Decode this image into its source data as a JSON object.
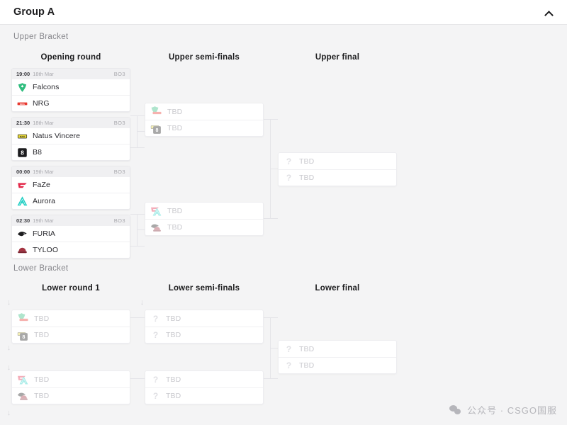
{
  "header": {
    "title": "Group A",
    "collapse_icon": "chevron-up-icon"
  },
  "brackets": {
    "upper_label": "Upper Bracket",
    "lower_label": "Lower Bracket"
  },
  "rounds": {
    "opening": "Opening round",
    "upper_semis": "Upper semi-finals",
    "upper_final": "Upper final",
    "lower_round_1": "Lower round 1",
    "lower_semis": "Lower semi-finals",
    "lower_final": "Lower final"
  },
  "labels": {
    "tbd": "TBD",
    "format": "BO3"
  },
  "colors": {
    "falcons": "#2fbd7e",
    "nrg": "#e8382f",
    "navi": "#e8d93a",
    "b8": "#1c1c1e",
    "faze": "#e3294a",
    "aurora": "#22cfc4",
    "furia": "#1c1c1e",
    "tyloo": "#a33341",
    "page_bg": "#f4f4f5",
    "card_bg": "#ffffff",
    "connector": "#e4e4e8",
    "tbd_text": "#c9c9ce"
  },
  "opening_round": [
    {
      "time": "19:00",
      "date": "18th Mar",
      "format": "BO3",
      "teams": [
        {
          "name": "Falcons",
          "logo": "falcons-logo"
        },
        {
          "name": "NRG",
          "logo": "nrg-logo"
        }
      ]
    },
    {
      "time": "21:30",
      "date": "18th Mar",
      "format": "BO3",
      "teams": [
        {
          "name": "Natus Vincere",
          "logo": "navi-logo"
        },
        {
          "name": "B8",
          "logo": "b8-logo"
        }
      ]
    },
    {
      "time": "00:00",
      "date": "19th Mar",
      "format": "BO3",
      "teams": [
        {
          "name": "FaZe",
          "logo": "faze-logo"
        },
        {
          "name": "Aurora",
          "logo": "aurora-logo"
        }
      ]
    },
    {
      "time": "02:30",
      "date": "19th Mar",
      "format": "BO3",
      "teams": [
        {
          "name": "FURIA",
          "logo": "furia-logo"
        },
        {
          "name": "TYLOO",
          "logo": "tyloo-logo"
        }
      ]
    }
  ],
  "upper_semis": [
    {
      "teams": [
        {
          "name": "TBD",
          "logo": "falcons-nrg-stack"
        },
        {
          "name": "TBD",
          "logo": "navi-b8-stack"
        }
      ]
    },
    {
      "teams": [
        {
          "name": "TBD",
          "logo": "faze-aurora-stack"
        },
        {
          "name": "TBD",
          "logo": "furia-tyloo-stack"
        }
      ]
    }
  ],
  "upper_final": {
    "teams": [
      {
        "name": "TBD",
        "logo": "unknown-icon"
      },
      {
        "name": "TBD",
        "logo": "unknown-icon"
      }
    ]
  },
  "lower_round_1": [
    {
      "teams": [
        {
          "name": "TBD",
          "logo": "falcons-nrg-stack"
        },
        {
          "name": "TBD",
          "logo": "navi-b8-stack"
        }
      ]
    },
    {
      "teams": [
        {
          "name": "TBD",
          "logo": "faze-aurora-stack"
        },
        {
          "name": "TBD",
          "logo": "furia-tyloo-stack"
        }
      ]
    }
  ],
  "lower_semis": [
    {
      "teams": [
        {
          "name": "TBD",
          "logo": "unknown-icon"
        },
        {
          "name": "TBD",
          "logo": "unknown-icon"
        }
      ]
    },
    {
      "teams": [
        {
          "name": "TBD",
          "logo": "unknown-icon"
        },
        {
          "name": "TBD",
          "logo": "unknown-icon"
        }
      ]
    }
  ],
  "lower_final": {
    "teams": [
      {
        "name": "TBD",
        "logo": "unknown-icon"
      },
      {
        "name": "TBD",
        "logo": "unknown-icon"
      }
    ]
  },
  "drop_arrows": [
    "↓",
    "↓",
    "↓",
    "↓"
  ],
  "watermark": {
    "icon": "wechat-icon",
    "text": "公众号 · CSGO国服"
  }
}
